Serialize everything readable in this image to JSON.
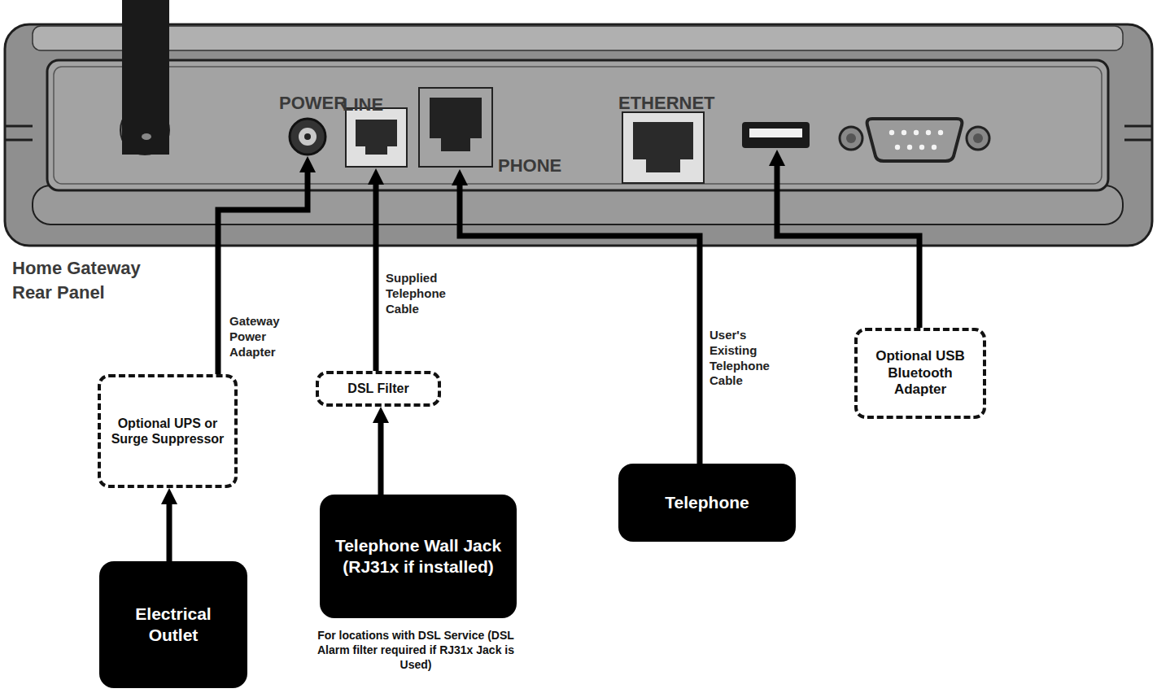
{
  "diagram": {
    "nodes": [
      {
        "text": [
          "Home Gateway Rear Panel"
        ]
      },
      {
        "text": [
          "POWER"
        ],
        "in": 0
      },
      {
        "text": [
          "LINE"
        ],
        "in": 0
      },
      {
        "text": [
          "PHONE"
        ],
        "in": 0
      },
      {
        "text": [
          "ETHERNET"
        ],
        "in": 0
      },
      {
        "text": [
          "Optional UPS or Surge Suppressor"
        ]
      },
      {
        "text": [
          "DSL Filter"
        ]
      },
      {
        "text": [
          "Optional USB Bluetooth Adapter"
        ]
      },
      {
        "text": [
          "Electrical Outlet"
        ]
      },
      {
        "text": [
          "Telephone Wall Jack (RJ31x if installed)"
        ]
      },
      {
        "text": [
          "Telephone"
        ]
      }
    ],
    "edges": [
      {
        "from": 8,
        "to": 5,
        "arrow": "to"
      },
      {
        "from": 5,
        "to": 1,
        "arrow": "to",
        "label": "Gateway Power Adapter"
      },
      {
        "from": 9,
        "to": 6,
        "arrow": "to"
      },
      {
        "from": 6,
        "to": 2,
        "arrow": "to",
        "label": "Supplied Telephone Cable"
      },
      {
        "from": 10,
        "to": 3,
        "arrow": "to",
        "label": "User's Existing Telephone Cable"
      },
      {
        "from": 7,
        "to": 0,
        "arrow": "to"
      }
    ],
    "labels": [
      "For locations with DSL Service (DSL Alarm filter required if RJ31x Jack is Used)"
    ]
  }
}
